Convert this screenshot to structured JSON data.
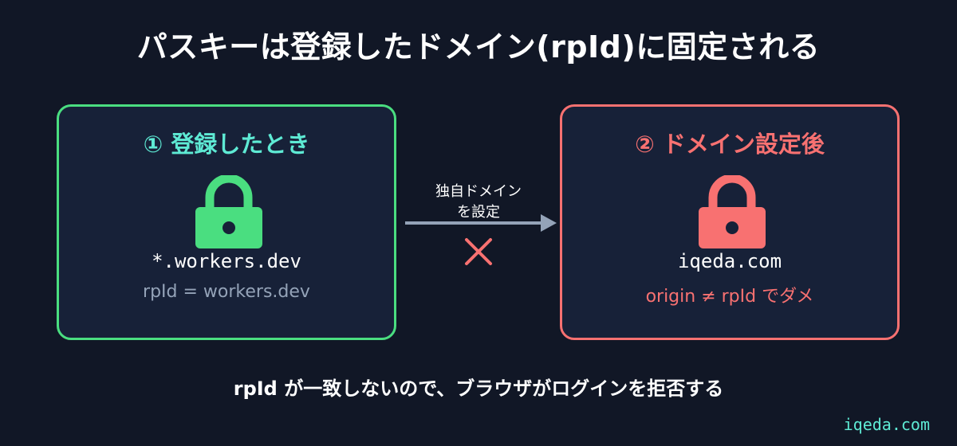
{
  "title": "パスキーは登録したドメイン(rpId)に固定される",
  "panels": {
    "left": {
      "heading": "① 登録したとき",
      "domain": "*.workers.dev",
      "note": "rpId = workers.dev",
      "color": "#4ade80",
      "heading_color": "#5eead4",
      "icon": "lock-icon"
    },
    "right": {
      "heading": "② ドメイン設定後",
      "domain": "iqeda.com",
      "note": "origin ≠ rpId でダメ",
      "color": "#f87171",
      "icon": "lock-icon"
    }
  },
  "transition": {
    "label_line1": "独自ドメイン",
    "label_line2": "を設定",
    "icon": "cross-icon",
    "arrow_color": "#94a3b8",
    "cross_color": "#f87171"
  },
  "conclusion": "rpId が一致しないので、ブラウザがログインを拒否する",
  "brand": "iqeda.com",
  "colors": {
    "background": "#111726",
    "panel_background": "#172138",
    "accent_teal": "#5eead4"
  }
}
